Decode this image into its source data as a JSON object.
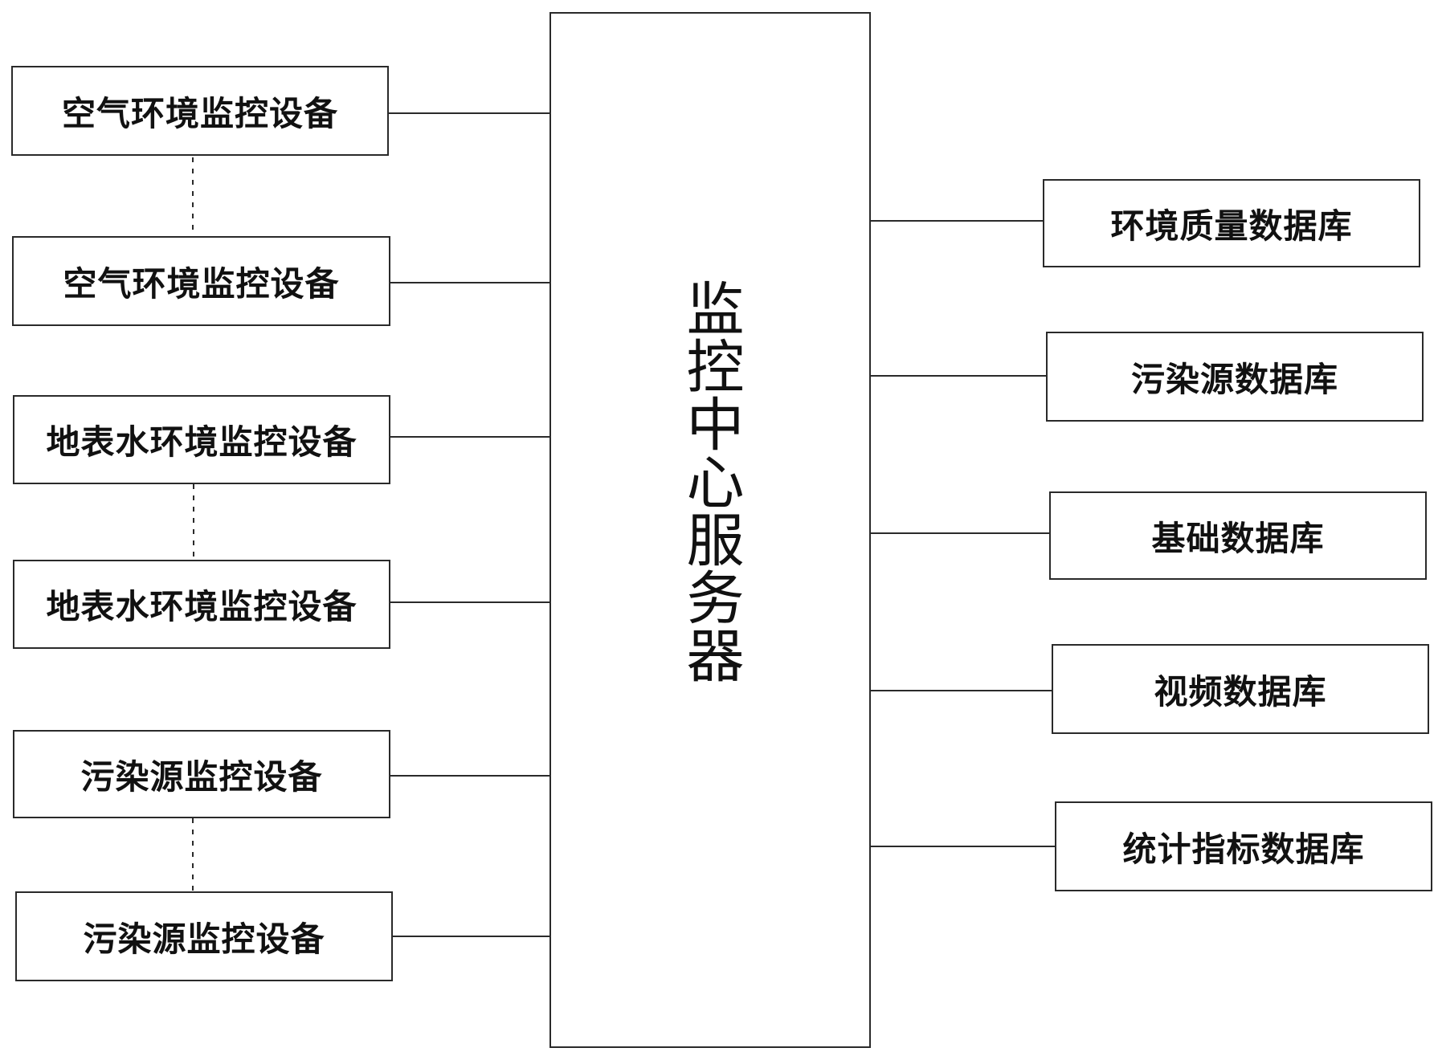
{
  "server": {
    "title": "监控中心服务器"
  },
  "devices": [
    {
      "label": "空气环境监控设备"
    },
    {
      "label": "空气环境监控设备"
    },
    {
      "label": "地表水环境监控设备"
    },
    {
      "label": "地表水环境监控设备"
    },
    {
      "label": "污染源监控设备"
    },
    {
      "label": "污染源监控设备"
    }
  ],
  "databases": [
    {
      "label": "环境质量数据库"
    },
    {
      "label": "污染源数据库"
    },
    {
      "label": "基础数据库"
    },
    {
      "label": "视频数据库"
    },
    {
      "label": "统计指标数据库"
    }
  ]
}
